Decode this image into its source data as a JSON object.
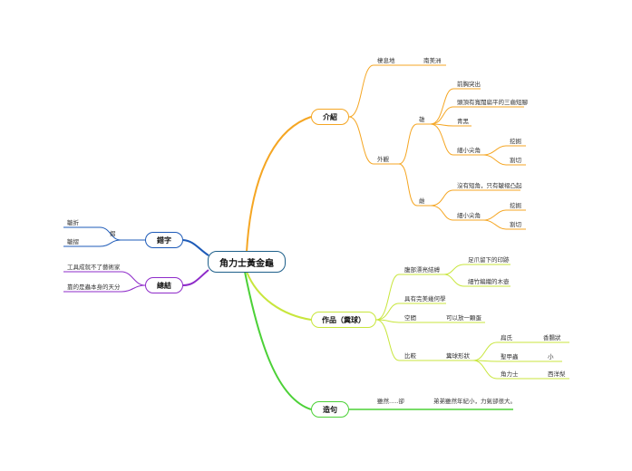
{
  "root": "角力士黃金龜",
  "intro": {
    "label": "介紹",
    "habitat": "棲息地",
    "habitat_value": "南美洲",
    "appearance": "外觀",
    "male": "雄",
    "male_traits": [
      "前胸突出",
      "頭頂有寬闊扁平的三齒短腳",
      "青黑"
    ],
    "small_horn": "細小尖角",
    "horn_uses": [
      "挖掘",
      "割切"
    ],
    "female": "雌",
    "female_trait": "沒有短角，只有皺褶凸起"
  },
  "work": {
    "label": "作品（糞球）",
    "careful": "腹部漂亮結縛",
    "careful_items": [
      "足爪留下的印跡",
      "細竹編織的木壺"
    ],
    "perfect": "具有完美幾何學",
    "space": "空間",
    "space_value": "可以放一顆蛋",
    "compare": "比較",
    "shape": "糞球形狀",
    "beetles": [
      "扁氏",
      "聖甲蟲",
      "角力士"
    ],
    "shapes": [
      "香腸狀",
      "小",
      "西洋梨"
    ]
  },
  "sentence": {
    "label": "造句",
    "left": "雖然.....卻",
    "right": "弟弟雖然年紀小，力氣卻很大。"
  },
  "wrong_chars": {
    "label": "錯字",
    "group": "摺",
    "items": [
      "皺折",
      "皺摺"
    ]
  },
  "summary": {
    "label": "總結",
    "items": [
      "工具成就不了藝術家",
      "靠的是蟲本身的天分"
    ]
  },
  "colors": {
    "root_border": "#1d5f8a",
    "intro": "#f5a623",
    "work": "#c8e63c",
    "sentence": "#4cd137",
    "wrong_chars": "#1e5bb8",
    "summary": "#8e2bc9"
  }
}
